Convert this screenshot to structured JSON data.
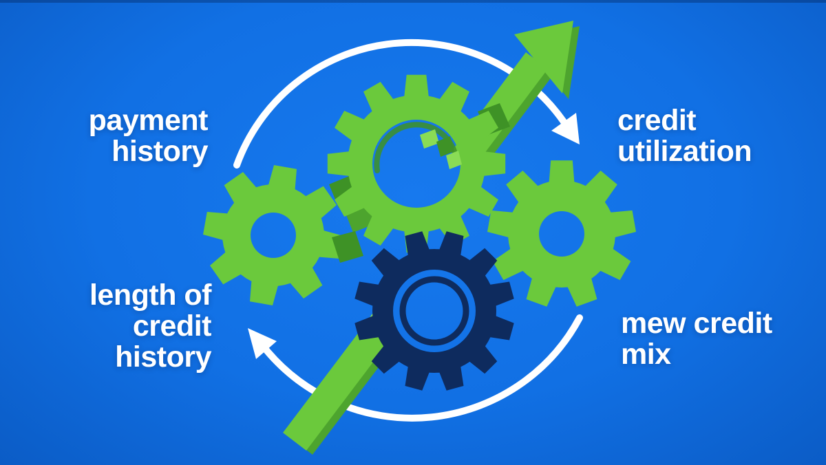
{
  "labels": {
    "payment_history": {
      "lines": [
        "payment",
        "history"
      ]
    },
    "credit_utilization": {
      "lines": [
        "credit",
        "utilization"
      ]
    },
    "length_of_credit_history": {
      "lines": [
        "length of",
        "credit",
        "history"
      ]
    },
    "new_credit_mix": {
      "lines": [
        "mew credit",
        "mix"
      ]
    }
  },
  "colors": {
    "background": "#1170E4",
    "background_light": "#1779EE",
    "background_edge": "#0B5CC6",
    "gear_green": "#6BC93C",
    "gear_green_dark": "#4DA42E",
    "gear_green_deep": "#3E9226",
    "gear_green_light": "#8ADC55",
    "gear_navy": "#0E2B5E",
    "arrow_white": "#FFFFFF",
    "text_white": "#FFFFFF"
  }
}
